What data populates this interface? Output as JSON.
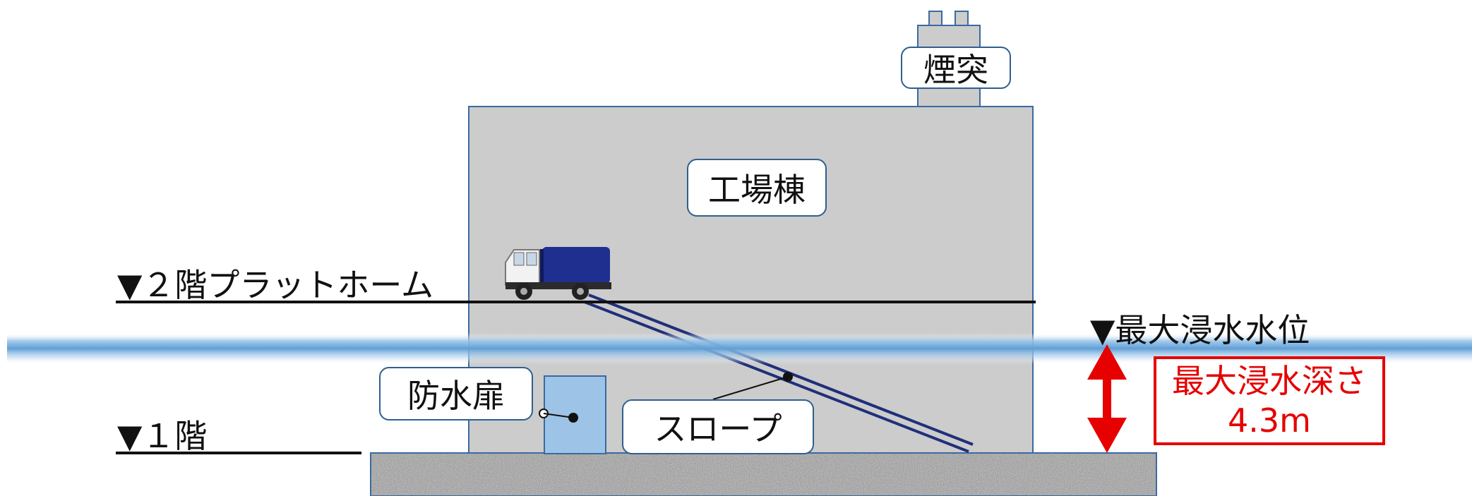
{
  "labels": {
    "chimney": "煙突",
    "factory": "工場棟",
    "floor2": "▼２階プラットホーム",
    "floor1": "▼１階",
    "max_level": "▼最大浸水水位",
    "door": "防水扉",
    "slope": "スロープ",
    "depth_title": "最大浸水深さ",
    "depth_value": "4.3m"
  },
  "colors": {
    "building": "#cccccc",
    "building_border": "#3a6aa0",
    "water": "#7fb2dd",
    "ground": "#a8a8a8",
    "door": "#9dc3e6",
    "truck_body": "#1f2f8f",
    "alert": "#e60000"
  }
}
